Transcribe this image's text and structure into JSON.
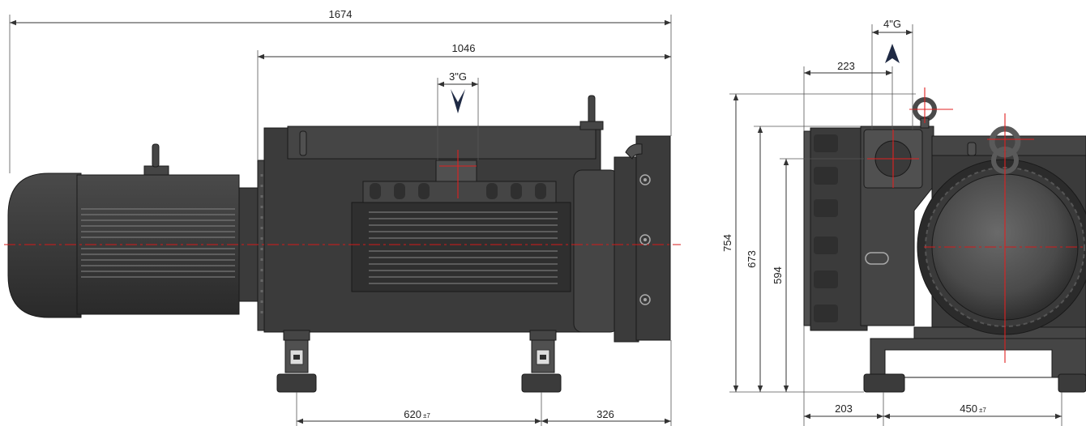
{
  "side_view": {
    "overall_length": "1674",
    "pump_length": "1046",
    "inlet_size": "3\"G",
    "foot_spacing": "620",
    "foot_spacing_tol": "±7",
    "rear_offset": "326"
  },
  "end_view": {
    "outlet_size": "4\"G",
    "outlet_offset": "223",
    "total_height": "754",
    "height_2": "673",
    "height_3": "594",
    "foot_offset": "203",
    "foot_width": "450",
    "foot_width_tol": "±7"
  },
  "colors": {
    "body": "#3b3b3b",
    "centerline": "#d41a1a",
    "dimension": "#333333",
    "arrow": "#1f2a44"
  }
}
